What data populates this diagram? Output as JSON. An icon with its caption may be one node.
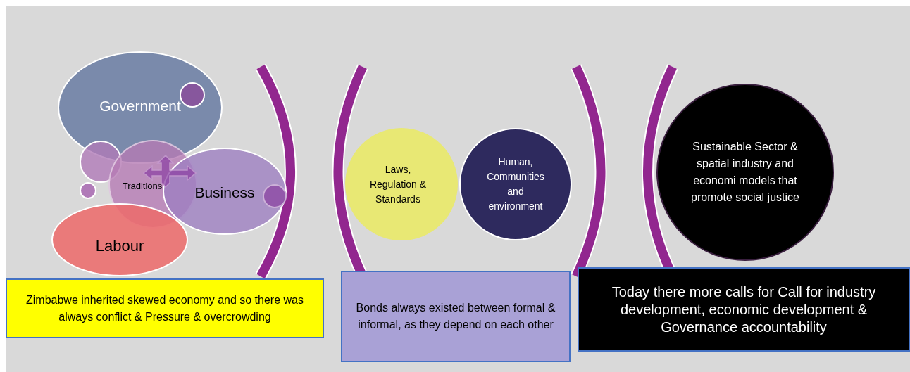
{
  "diagram": {
    "nodes": [
      {
        "text": [
          "Government"
        ]
      },
      {
        "text": [],
        "shape": "circle",
        "in": 0
      },
      {
        "text": [],
        "shape": "circle"
      },
      {
        "text": [
          "Traditions"
        ]
      },
      {
        "text": [],
        "shape": "circle"
      },
      {
        "text": [
          "Business"
        ]
      },
      {
        "text": [],
        "shape": "circle",
        "in": 5
      },
      {
        "text": [
          "Labour"
        ]
      },
      {
        "text": [
          "Laws, Regulation & Standards"
        ]
      },
      {
        "text": [
          "Human, Communities and environment"
        ]
      },
      {
        "text": [
          "Sustainable Sector & spatial industry and economi models  that promote social justice"
        ]
      },
      {
        "text": [
          "Zimbabwe inherited skewed  economy  and so there was always conflict  & Pressure & overcrowding"
        ]
      },
      {
        "text": [
          "Bonds always existed  between formal & informal, as they depend on each other"
        ]
      },
      {
        "text": [
          "Today there more calls for Call for industry development, economic development & Governance accountability"
        ]
      }
    ]
  }
}
